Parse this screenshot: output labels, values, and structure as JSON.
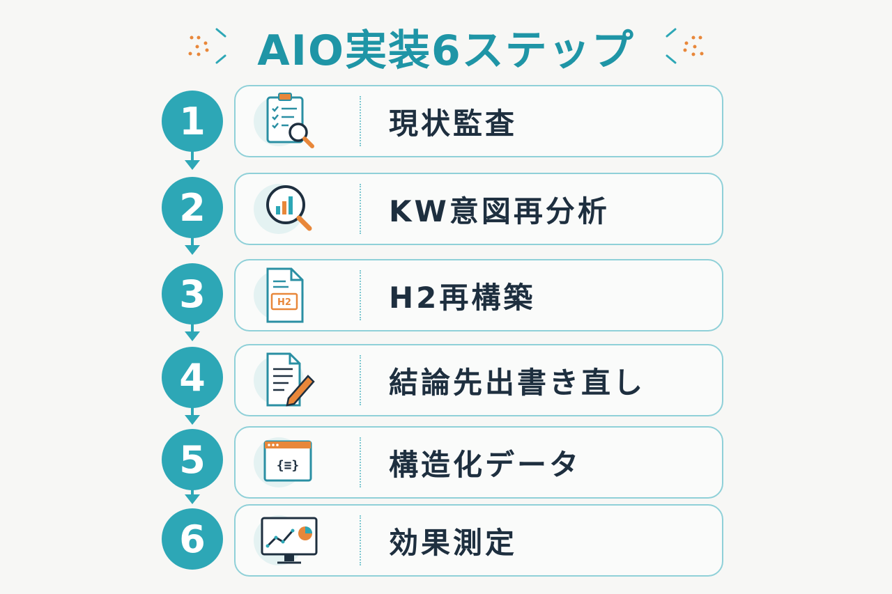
{
  "title": "AIO実装6ステップ",
  "colors": {
    "accent": "#2da7b6",
    "title": "#1f95a6",
    "icon_orange": "#e8873a",
    "text": "#1e2f3f"
  },
  "steps": [
    {
      "number": "1",
      "label": "現状監査",
      "icon": "clipboard-search-icon"
    },
    {
      "number": "2",
      "label": "KW意図再分析",
      "icon": "magnifier-chart-icon"
    },
    {
      "number": "3",
      "label": "H2再構築",
      "icon": "h2-document-icon",
      "icon_text": "H2"
    },
    {
      "number": "4",
      "label": "結論先出書き直し",
      "icon": "document-pencil-icon"
    },
    {
      "number": "5",
      "label": "構造化データ",
      "icon": "code-window-icon",
      "icon_text": "{≡}"
    },
    {
      "number": "6",
      "label": "効果測定",
      "icon": "monitor-analytics-icon"
    }
  ]
}
